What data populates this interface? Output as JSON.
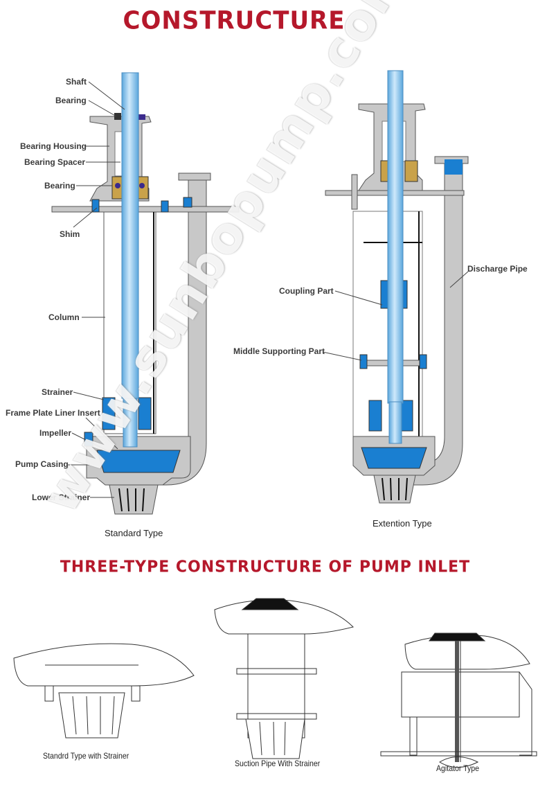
{
  "titles": {
    "main": "CONSTRUCTURE",
    "inlet": "THREE-TYPE CONSTRUCTURE OF PUMP INLET"
  },
  "standard_diagram": {
    "caption": "Standard Type",
    "labels": [
      "Shaft",
      "Bearing",
      "Bearing Housing",
      "Bearing Spacer",
      "Bearing",
      "Shim",
      "Column",
      "Strainer",
      "Frame Plate Liner Insert",
      "Impeller",
      "Pump Casing",
      "Lower Strainer"
    ]
  },
  "extension_diagram": {
    "caption": "Extention Type",
    "labels": [
      "Discharge Pipe",
      "Coupling Part",
      "Middle Supporting Part"
    ]
  },
  "inlet_types": [
    {
      "caption": "Standrd Type with Strainer"
    },
    {
      "caption": "Suction Pipe With Strainer"
    },
    {
      "caption": "Agitator Type"
    }
  ],
  "watermark": "www.sunbopump.com",
  "colors": {
    "title_red": "#b5182b",
    "shaft_blue": "#8ec8ee",
    "part_blue": "#1a7fd1",
    "casing_gray": "#c8c8c8",
    "bearing_gold": "#c9a24a"
  }
}
